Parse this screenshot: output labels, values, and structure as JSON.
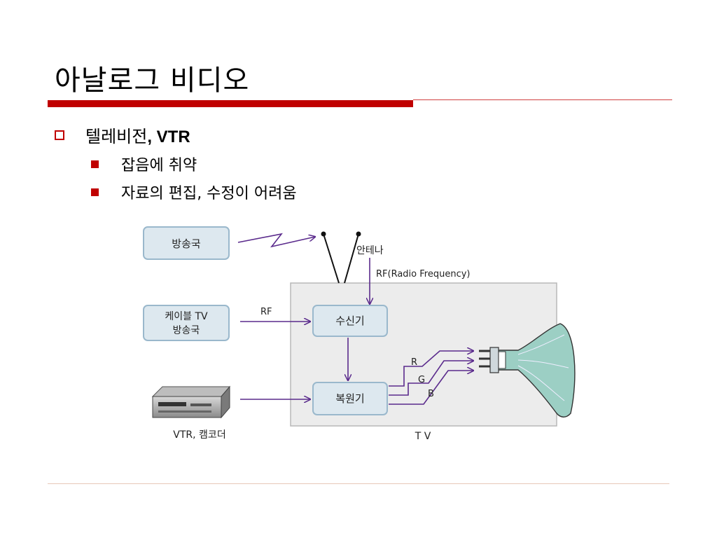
{
  "slide": {
    "title": "아날로그 비디오",
    "colors": {
      "accent": "#c00000",
      "thin_rule": "#d04040",
      "bottom_rule": "#e8c8b8",
      "box_fill": "#dde8ef",
      "box_stroke": "#9ab8cc",
      "arrow": "#5a2a8c",
      "tube": "#9ccfc4"
    }
  },
  "bullets": {
    "level1": {
      "text": "텔레비전",
      "bold_suffix": ", VTR"
    },
    "level2": [
      {
        "text": "잡음에 취약"
      },
      {
        "text": "자료의 편집, 수정이 어려움"
      }
    ]
  },
  "diagram": {
    "broadcast_station": "방송국",
    "antenna_label": "안테나",
    "rf_radio_frequency": "RF(Radio Frequency)",
    "cable_tv_line1": "케이블 TV",
    "cable_tv_line2": "방송국",
    "rf_label": "RF",
    "receiver": "수신기",
    "decoder": "복원기",
    "signal_r": "R",
    "signal_g": "G",
    "signal_b": "B",
    "vtr_camcorder": "VTR, 캠코더",
    "tv_label": "T V"
  }
}
